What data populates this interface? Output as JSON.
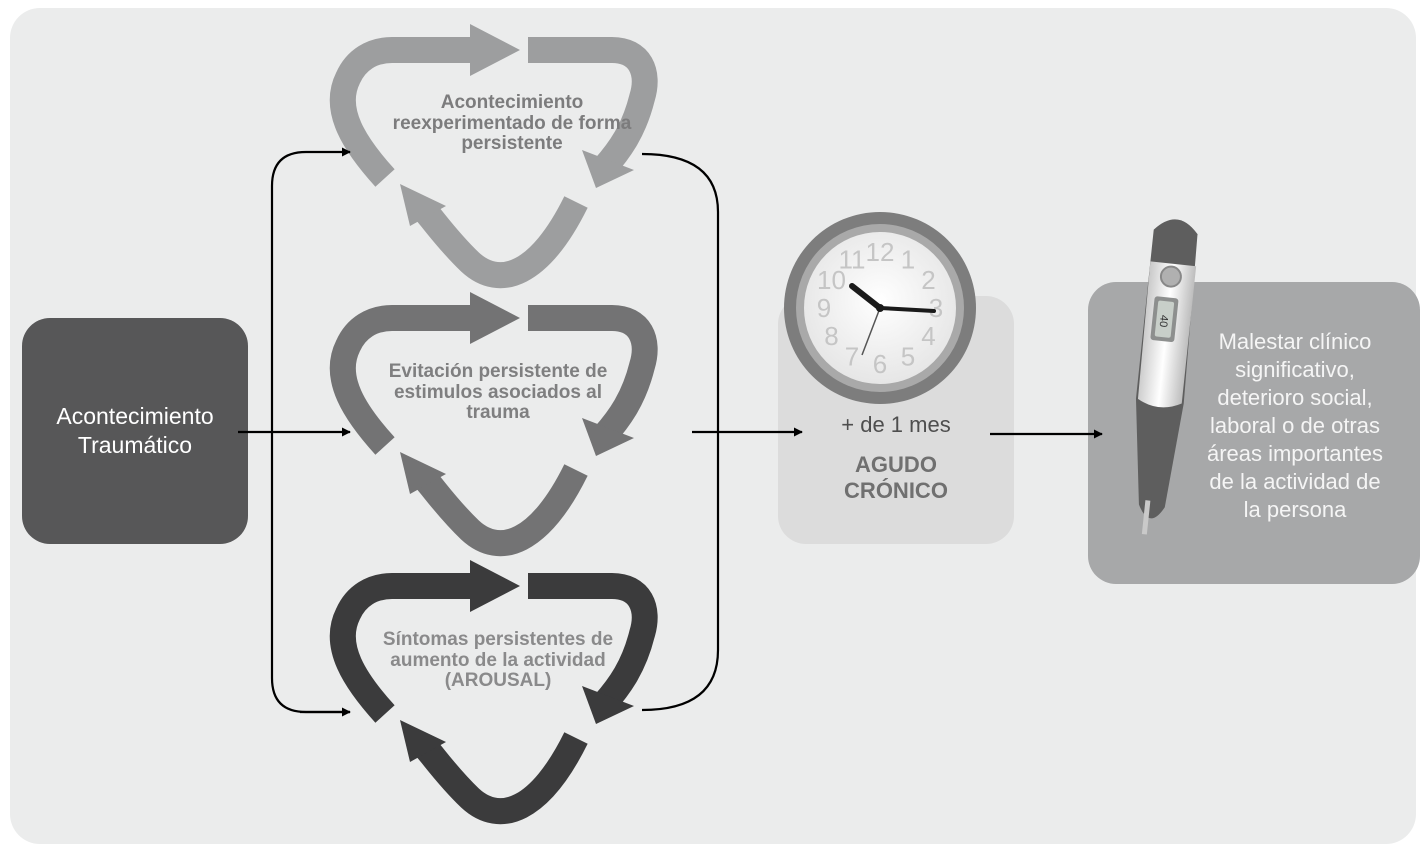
{
  "source": {
    "label_line1": "Acontecimiento",
    "label_line2": "Traumático"
  },
  "cycles": [
    {
      "text": "Acontecimiento reexperimentado de forma persistente",
      "color": "#9d9e9f",
      "text_color": "#7c7c7d"
    },
    {
      "text": "Evitación persistente de estimulos asociados al trauma",
      "color": "#737374",
      "text_color": "#7f7f80"
    },
    {
      "text": "Síntomas persistentes de aumento de la actividad (AROUSAL)",
      "color": "#3b3b3c",
      "text_color": "#8a8a8b"
    }
  ],
  "time": {
    "label": "+ de 1 mes",
    "acute": "AGUDO",
    "chronic": "CRÓNICO"
  },
  "outcome": {
    "lines": [
      "Malestar clínico",
      "significativo,",
      "deterioro social,",
      "laboral o de otras",
      "áreas importantes",
      "de la actividad de",
      "la persona"
    ]
  },
  "thermometer": {
    "display": "40"
  },
  "colors": {
    "panel": "#ebecec",
    "source_box": "#575758",
    "arrow": "#000000"
  }
}
